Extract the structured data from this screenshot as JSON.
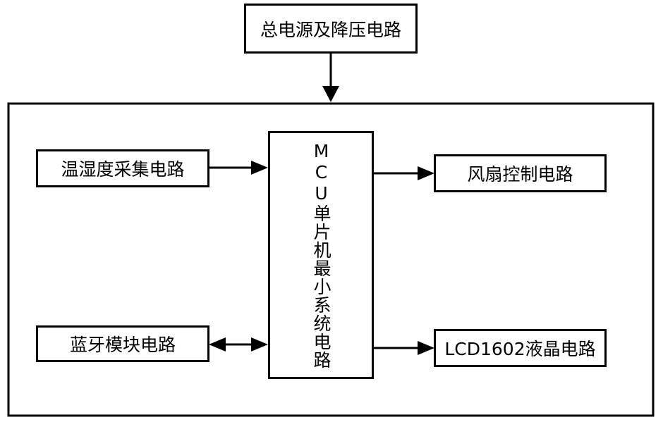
{
  "blocks": {
    "power": "总电源及降压电路",
    "temp_humidity": "温湿度采集电路",
    "bluetooth": "蓝牙模块电路",
    "mcu": "MCU单片机最小系统电路",
    "fan": "风扇控制电路",
    "lcd": "LCD1602液晶电路"
  }
}
